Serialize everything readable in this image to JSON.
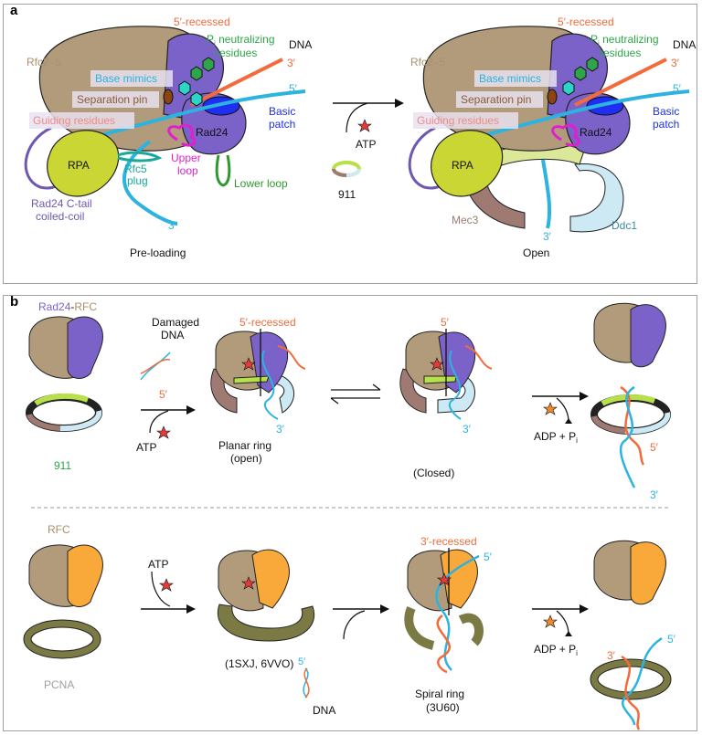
{
  "panel_a": {
    "letter": "a",
    "labels": {
      "rfc2_5": "Rfc2–5",
      "five_recessed": "5′-recessed",
      "pi_line1": "P",
      "pi_sub": "i",
      "pi_line1_rest": " neutralizing",
      "pi_line2": "residues",
      "dna": "DNA",
      "three_prime": "3′",
      "five_prime": "5′",
      "base_mimics": "Base mimics",
      "separation_pin": "Separation pin",
      "guiding_residues": "Guiding residues",
      "basic_patch_1": "Basic",
      "basic_patch_2": "patch",
      "rad24": "Rad24",
      "rpa": "RPA",
      "upper_loop_1": "Upper",
      "upper_loop_2": "loop",
      "lower_loop": "Lower loop",
      "rfc5_plug_1": "Rfc5",
      "rfc5_plug_2": "plug",
      "rad24_ctail_1": "Rad24 C-tail",
      "rad24_ctail_2": "coiled-coil",
      "three_prime_bottom": "3′",
      "preloading": "Pre-loading",
      "atp": "ATP",
      "ring_911": "911",
      "mec3": "Mec3",
      "ddc1": "Ddc1",
      "open": "Open"
    }
  },
  "panel_b": {
    "letter": "b",
    "top_row": {
      "title_rad24": "Rad24",
      "title_dash": "-",
      "title_rfc": "RFC",
      "damaged_1": "Damaged",
      "damaged_2": "DNA",
      "five_prime": "5′",
      "atp": "ATP",
      "ring_911": "911",
      "five_recessed": "5′-recessed",
      "three_prime": "3′",
      "planar_1": "Planar ring",
      "planar_2": "(open)",
      "five_prime_closed": "5′",
      "three_prime_closed": "3′",
      "closed": "(Closed)",
      "adp": "ADP + P",
      "adp_sub": "i",
      "five_prime_end": "5′",
      "three_prime_end": "3′"
    },
    "bottom_row": {
      "rfc": "RFC",
      "pcna": "PCNA",
      "atp": "ATP",
      "pdb_1": "(1SXJ, 6VVO)",
      "five_prime_dna": "5′",
      "dna": "DNA",
      "three_recessed": "3′-recessed",
      "five_prime_spiral": "5′",
      "spiral_1": "Spiral ring",
      "spiral_2": "(3U60)",
      "adp": "ADP + P",
      "adp_sub": "i",
      "three_prime_end": "3′",
      "five_prime_end": "5′"
    }
  },
  "colors": {
    "rfc_tan": "#b19b7a",
    "rad24_purple": "#7b62c8",
    "rfc1_orange": "#f9a93a",
    "dna_orange": "#f26b3a",
    "dna_blue": "#2cb3e0",
    "rpa_yellow": "#c9d634",
    "ring_green": "#b8e04a",
    "ring_mauve": "#9e7a73",
    "ring_lightblue": "#cde9f3",
    "pcna_olive": "#7b7a45",
    "basic_blue": "#1f2ef0",
    "upper_magenta": "#e020d0",
    "lower_green": "#2e9a2e",
    "plug_teal": "#19a89a",
    "star_red": "#e53a3a",
    "star_orange": "#f08a2a",
    "text_green": "#2ea54a",
    "text_tan": "#a8906c"
  }
}
